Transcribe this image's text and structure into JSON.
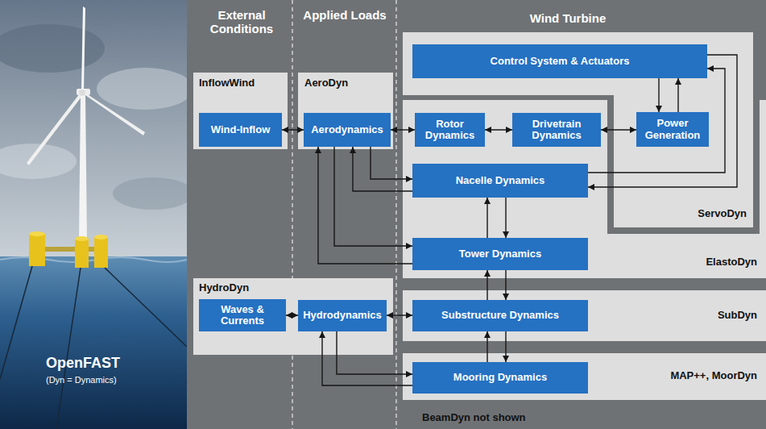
{
  "diagram": {
    "nodes": [
      {
        "text": [
          "InflowWind"
        ]
      },
      {
        "text": [
          "Wind-Inflow"
        ],
        "in": 0
      },
      {
        "text": [
          "AeroDyn"
        ]
      },
      {
        "text": [
          "Aerodynamics"
        ],
        "in": 2
      },
      {
        "text": [
          "ServoDyn"
        ]
      },
      {
        "text": [
          "Control System & Actuators"
        ],
        "in": 4
      },
      {
        "text": [
          "Power Generation"
        ],
        "in": 4
      },
      {
        "text": [
          "ElastoDyn"
        ]
      },
      {
        "text": [
          "Rotor Dynamics"
        ],
        "in": 7
      },
      {
        "text": [
          "Drivetrain Dynamics"
        ],
        "in": 7
      },
      {
        "text": [
          "Nacelle Dynamics"
        ],
        "in": 7
      },
      {
        "text": [
          "Tower Dynamics"
        ],
        "in": 7
      },
      {
        "text": [
          "HydroDyn"
        ]
      },
      {
        "text": [
          "Waves & Currents"
        ],
        "in": 12
      },
      {
        "text": [
          "Hydrodynamics"
        ],
        "in": 12
      },
      {
        "text": [
          "SubDyn"
        ]
      },
      {
        "text": [
          "Substructure Dynamics"
        ],
        "in": 15
      },
      {
        "text": [
          "MAP++, MoorDyn"
        ]
      },
      {
        "text": [
          "Mooring Dynamics"
        ],
        "in": 17
      }
    ],
    "edges": [
      {
        "from": 1,
        "to": 3,
        "arrow": "both"
      },
      {
        "from": 3,
        "to": 8,
        "arrow": "both"
      },
      {
        "from": 8,
        "to": 9,
        "arrow": "both"
      },
      {
        "from": 9,
        "to": 6,
        "arrow": "both"
      },
      {
        "from": 5,
        "to": 6,
        "arrow": "to"
      },
      {
        "from": 6,
        "to": 5,
        "arrow": "to"
      },
      {
        "from": 5,
        "to": 10,
        "arrow": "to"
      },
      {
        "from": 10,
        "to": 5,
        "arrow": "to"
      },
      {
        "from": 3,
        "to": 10,
        "arrow": "to"
      },
      {
        "from": 10,
        "to": 3,
        "arrow": "to"
      },
      {
        "from": 3,
        "to": 11,
        "arrow": "to"
      },
      {
        "from": 11,
        "to": 3,
        "arrow": "to"
      },
      {
        "from": 10,
        "to": 11,
        "arrow": "to"
      },
      {
        "from": 11,
        "to": 10,
        "arrow": "to"
      },
      {
        "from": 11,
        "to": 16,
        "arrow": "to"
      },
      {
        "from": 16,
        "to": 11,
        "arrow": "to"
      },
      {
        "from": 16,
        "to": 18,
        "arrow": "to"
      },
      {
        "from": 18,
        "to": 16,
        "arrow": "to"
      },
      {
        "from": 13,
        "to": 14,
        "arrow": "both"
      },
      {
        "from": 14,
        "to": 16,
        "arrow": "both"
      },
      {
        "from": 14,
        "to": 18,
        "arrow": "to"
      },
      {
        "from": 18,
        "to": 14,
        "arrow": "to"
      }
    ],
    "labels": [
      "External Conditions",
      "Applied Loads",
      "Wind Turbine",
      "OpenFAST",
      "(Dyn = Dynamics)",
      "BeamDyn not shown"
    ]
  }
}
